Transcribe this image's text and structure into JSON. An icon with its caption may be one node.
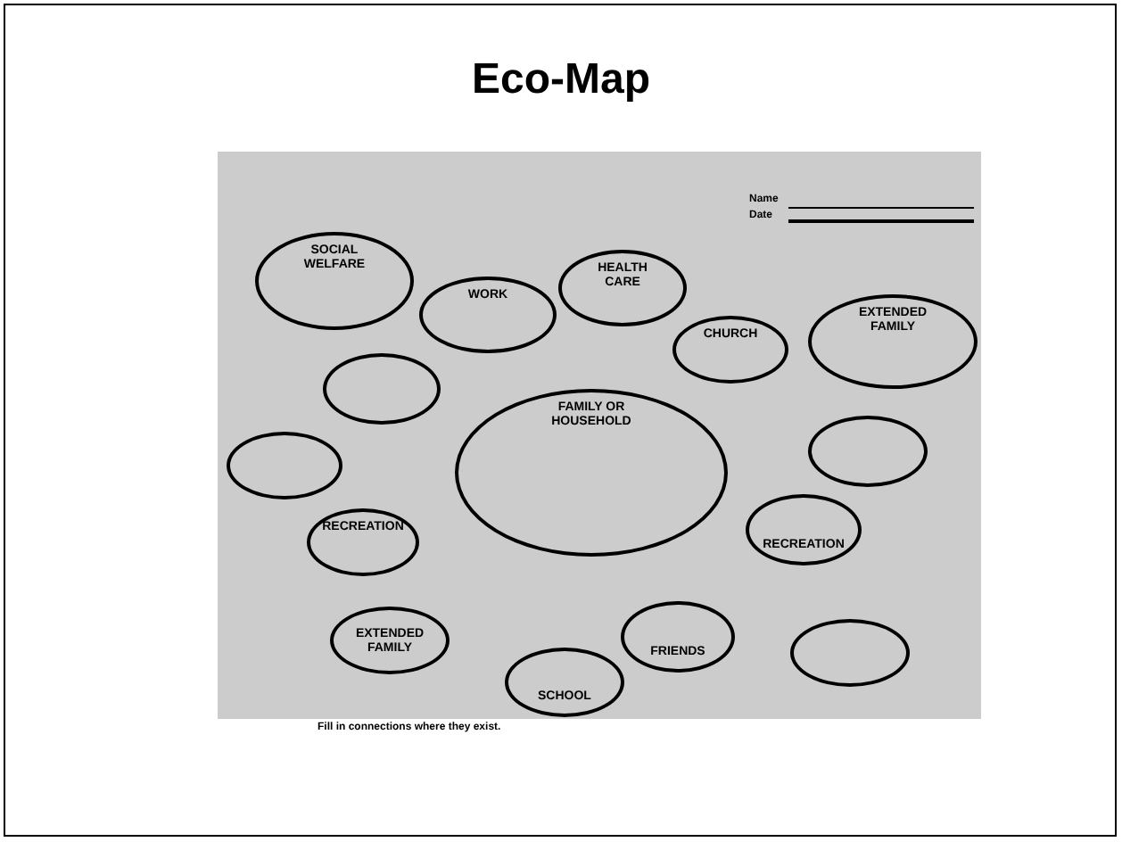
{
  "diagram": {
    "title": "Eco-Map",
    "nodes": [
      {
        "text": [
          "SOCIAL WELFARE"
        ]
      },
      {
        "text": [
          "HEALTH CARE"
        ]
      },
      {
        "text": [
          "WORK"
        ]
      },
      {
        "text": [
          "CHURCH"
        ]
      },
      {
        "text": [
          "EXTENDED FAMILY"
        ]
      },
      {
        "text": [],
        "shape": "circle"
      },
      {
        "text": [
          "FAMILY OR HOUSEHOLD"
        ]
      },
      {
        "text": [],
        "shape": "circle"
      },
      {
        "text": [],
        "shape": "circle"
      },
      {
        "text": [
          "RECREATION"
        ]
      },
      {
        "text": [
          "RECREATION"
        ]
      },
      {
        "text": [
          "EXTENDED FAMILY"
        ]
      },
      {
        "text": [
          "FRIENDS"
        ]
      },
      {
        "text": [],
        "shape": "circle"
      },
      {
        "text": [
          "SCHOOL"
        ]
      }
    ],
    "labels": [
      "Name",
      "Date",
      "Fill in connections where they exist."
    ]
  }
}
